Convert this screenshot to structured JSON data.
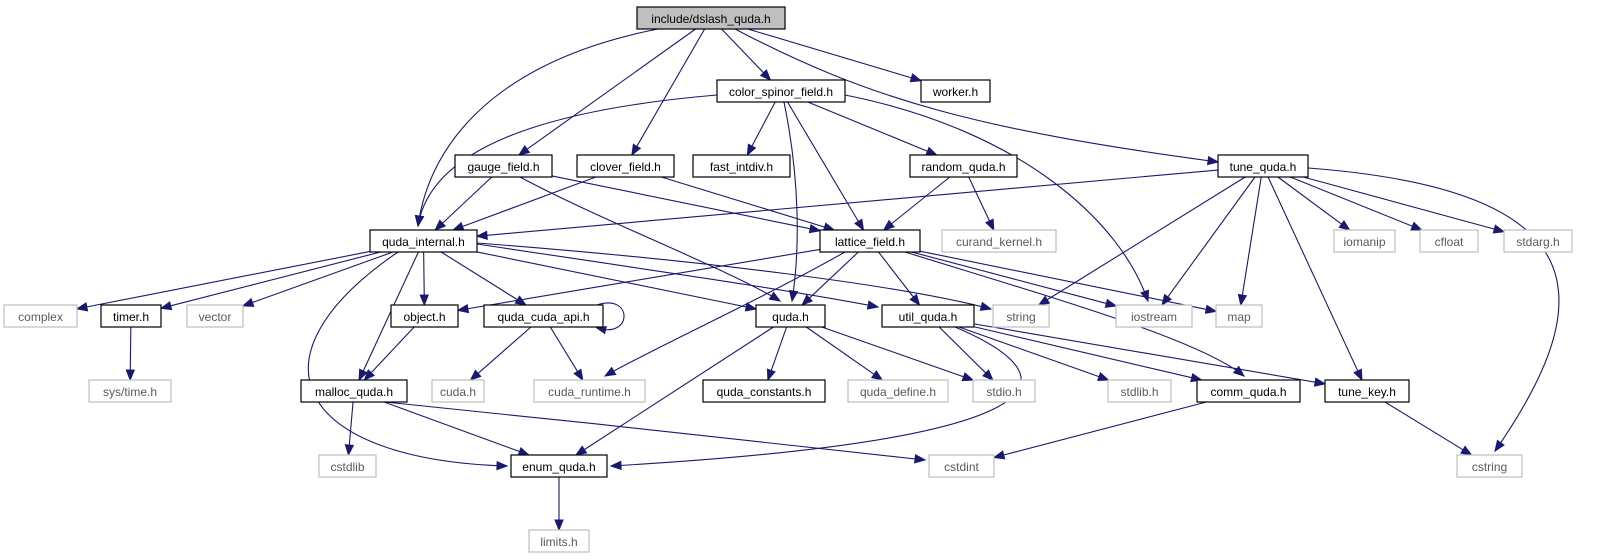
{
  "nodes": {
    "dslash_quda": {
      "label": "include/dslash_quda.h",
      "kind": "root"
    },
    "color_spinor_field": {
      "label": "color_spinor_field.h",
      "kind": "local"
    },
    "worker": {
      "label": "worker.h",
      "kind": "local"
    },
    "gauge_field": {
      "label": "gauge_field.h",
      "kind": "local"
    },
    "clover_field": {
      "label": "clover_field.h",
      "kind": "local"
    },
    "fast_intdiv": {
      "label": "fast_intdiv.h",
      "kind": "local"
    },
    "random_quda": {
      "label": "random_quda.h",
      "kind": "local"
    },
    "tune_quda": {
      "label": "tune_quda.h",
      "kind": "local"
    },
    "quda_internal": {
      "label": "quda_internal.h",
      "kind": "local"
    },
    "lattice_field": {
      "label": "lattice_field.h",
      "kind": "local"
    },
    "curand_kernel": {
      "label": "curand_kernel.h",
      "kind": "system"
    },
    "iomanip": {
      "label": "iomanip",
      "kind": "system"
    },
    "cfloat": {
      "label": "cfloat",
      "kind": "system"
    },
    "stdarg": {
      "label": "stdarg.h",
      "kind": "system"
    },
    "complex": {
      "label": "complex",
      "kind": "system"
    },
    "timer": {
      "label": "timer.h",
      "kind": "local"
    },
    "vector": {
      "label": "vector",
      "kind": "system"
    },
    "object": {
      "label": "object.h",
      "kind": "local"
    },
    "quda_cuda_api": {
      "label": "quda_cuda_api.h",
      "kind": "local"
    },
    "quda": {
      "label": "quda.h",
      "kind": "local"
    },
    "util_quda": {
      "label": "util_quda.h",
      "kind": "local"
    },
    "string": {
      "label": "string",
      "kind": "system"
    },
    "iostream": {
      "label": "iostream",
      "kind": "system"
    },
    "map": {
      "label": "map",
      "kind": "system"
    },
    "sys_time": {
      "label": "sys/time.h",
      "kind": "system"
    },
    "malloc_quda": {
      "label": "malloc_quda.h",
      "kind": "local"
    },
    "cuda": {
      "label": "cuda.h",
      "kind": "system"
    },
    "cuda_runtime": {
      "label": "cuda_runtime.h",
      "kind": "system"
    },
    "quda_constants": {
      "label": "quda_constants.h",
      "kind": "local"
    },
    "quda_define": {
      "label": "quda_define.h",
      "kind": "system"
    },
    "stdio": {
      "label": "stdio.h",
      "kind": "system"
    },
    "stdlib": {
      "label": "stdlib.h",
      "kind": "system"
    },
    "comm_quda": {
      "label": "comm_quda.h",
      "kind": "local"
    },
    "tune_key": {
      "label": "tune_key.h",
      "kind": "local"
    },
    "cstdlib": {
      "label": "cstdlib",
      "kind": "system"
    },
    "enum_quda": {
      "label": "enum_quda.h",
      "kind": "local"
    },
    "cstdint": {
      "label": "cstdint",
      "kind": "system"
    },
    "cstring": {
      "label": "cstring",
      "kind": "system"
    },
    "limits": {
      "label": "limits.h",
      "kind": "system"
    }
  },
  "edges": [
    [
      "dslash_quda",
      "color_spinor_field"
    ],
    [
      "dslash_quda",
      "worker"
    ],
    [
      "dslash_quda",
      "gauge_field"
    ],
    [
      "dslash_quda",
      "clover_field"
    ],
    [
      "dslash_quda",
      "quda_internal"
    ],
    [
      "dslash_quda",
      "tune_quda"
    ],
    [
      "color_spinor_field",
      "quda_internal"
    ],
    [
      "color_spinor_field",
      "fast_intdiv"
    ],
    [
      "color_spinor_field",
      "random_quda"
    ],
    [
      "color_spinor_field",
      "lattice_field"
    ],
    [
      "color_spinor_field",
      "quda"
    ],
    [
      "color_spinor_field",
      "iostream"
    ],
    [
      "gauge_field",
      "quda_internal"
    ],
    [
      "gauge_field",
      "lattice_field"
    ],
    [
      "gauge_field",
      "quda"
    ],
    [
      "clover_field",
      "quda_internal"
    ],
    [
      "clover_field",
      "lattice_field"
    ],
    [
      "random_quda",
      "lattice_field"
    ],
    [
      "random_quda",
      "curand_kernel"
    ],
    [
      "tune_quda",
      "quda_internal"
    ],
    [
      "tune_quda",
      "string"
    ],
    [
      "tune_quda",
      "iostream"
    ],
    [
      "tune_quda",
      "map"
    ],
    [
      "tune_quda",
      "iomanip"
    ],
    [
      "tune_quda",
      "cfloat"
    ],
    [
      "tune_quda",
      "stdarg"
    ],
    [
      "tune_quda",
      "cstring"
    ],
    [
      "tune_quda",
      "tune_key"
    ],
    [
      "quda_internal",
      "complex"
    ],
    [
      "quda_internal",
      "timer"
    ],
    [
      "quda_internal",
      "vector"
    ],
    [
      "quda_internal",
      "object"
    ],
    [
      "quda_internal",
      "quda_cuda_api"
    ],
    [
      "quda_internal",
      "quda"
    ],
    [
      "quda_internal",
      "util_quda"
    ],
    [
      "quda_internal",
      "string"
    ],
    [
      "quda_internal",
      "malloc_quda"
    ],
    [
      "quda_internal",
      "enum_quda"
    ],
    [
      "lattice_field",
      "object"
    ],
    [
      "lattice_field",
      "cuda_runtime"
    ],
    [
      "lattice_field",
      "quda"
    ],
    [
      "lattice_field",
      "util_quda"
    ],
    [
      "lattice_field",
      "iostream"
    ],
    [
      "lattice_field",
      "map"
    ],
    [
      "lattice_field",
      "comm_quda"
    ],
    [
      "timer",
      "sys_time"
    ],
    [
      "object",
      "malloc_quda"
    ],
    [
      "quda_cuda_api",
      "quda_cuda_api"
    ],
    [
      "quda_cuda_api",
      "cuda"
    ],
    [
      "quda_cuda_api",
      "cuda_runtime"
    ],
    [
      "quda",
      "quda_constants"
    ],
    [
      "quda",
      "quda_define"
    ],
    [
      "quda",
      "stdio"
    ],
    [
      "quda",
      "enum_quda"
    ],
    [
      "util_quda",
      "stdio"
    ],
    [
      "util_quda",
      "stdlib"
    ],
    [
      "util_quda",
      "comm_quda"
    ],
    [
      "util_quda",
      "tune_key"
    ],
    [
      "util_quda",
      "enum_quda"
    ],
    [
      "malloc_quda",
      "cstdlib"
    ],
    [
      "malloc_quda",
      "enum_quda"
    ],
    [
      "malloc_quda",
      "cstdint"
    ],
    [
      "comm_quda",
      "cstdint"
    ],
    [
      "tune_key",
      "cstring"
    ],
    [
      "enum_quda",
      "limits"
    ]
  ]
}
